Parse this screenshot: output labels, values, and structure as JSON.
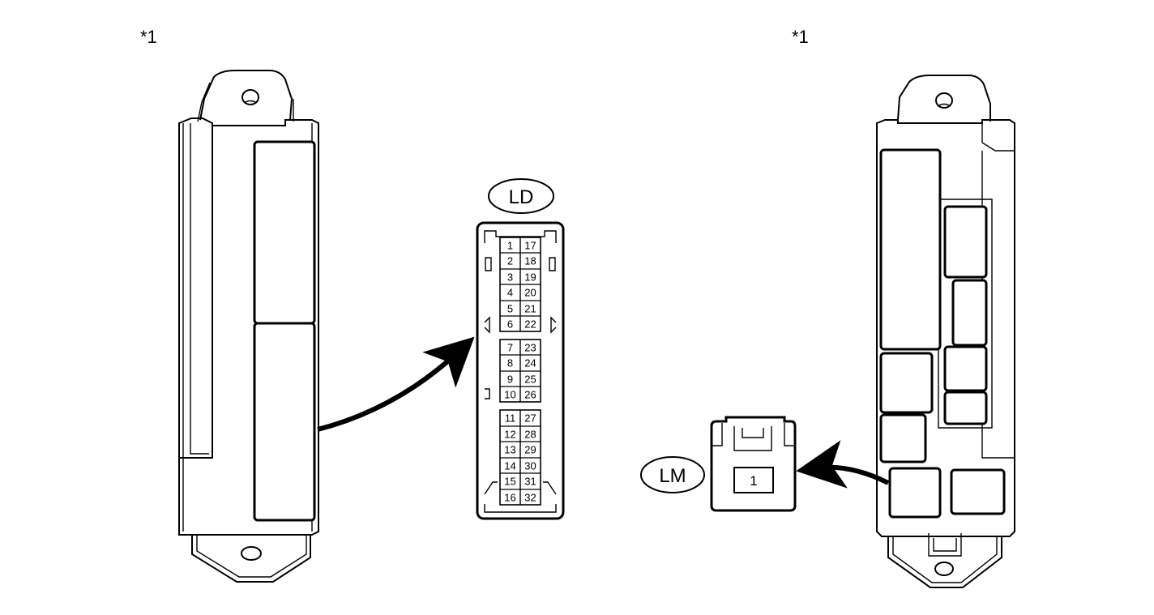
{
  "ecu_left": {
    "marker": "*1"
  },
  "ecu_right": {
    "marker": "*1"
  },
  "connector_ld": {
    "label": "LD",
    "pins_left": [
      "1",
      "2",
      "3",
      "4",
      "5",
      "6",
      "7",
      "8",
      "9",
      "10",
      "11",
      "12",
      "13",
      "14",
      "15",
      "16"
    ],
    "pins_right": [
      "17",
      "18",
      "19",
      "20",
      "21",
      "22",
      "23",
      "24",
      "25",
      "26",
      "27",
      "28",
      "29",
      "30",
      "31",
      "32"
    ]
  },
  "connector_lm": {
    "label": "LM",
    "pins": [
      "1"
    ]
  }
}
